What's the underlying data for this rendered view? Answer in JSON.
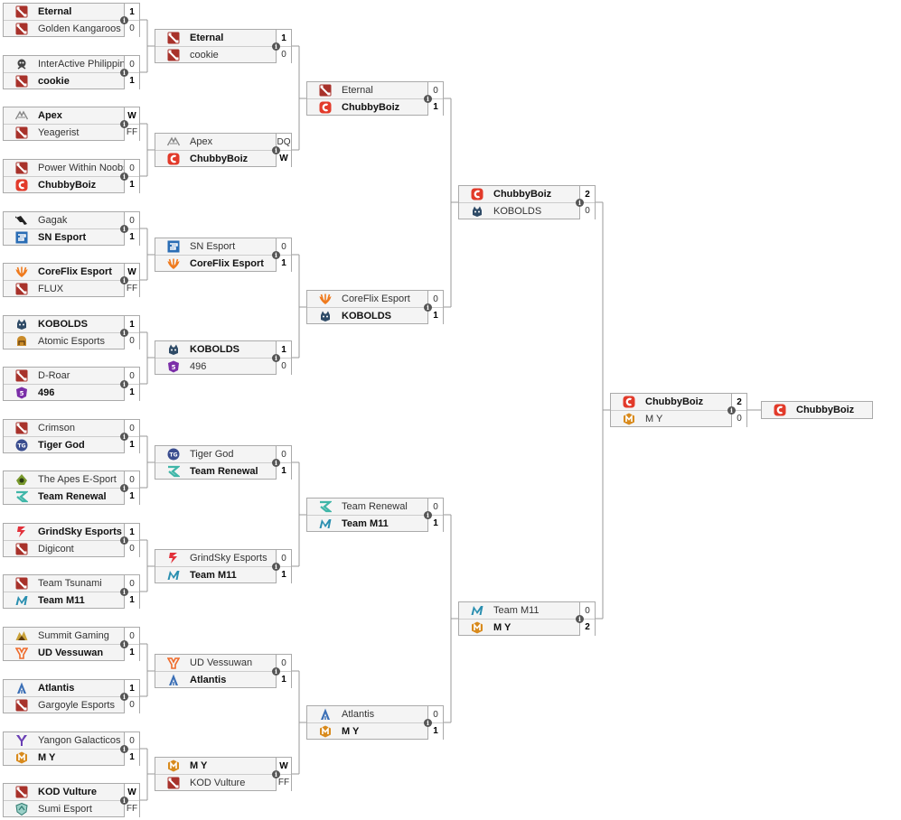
{
  "rounds": [
    {
      "name": "round-1",
      "matches": [
        {
          "teams": [
            {
              "name": "Eternal",
              "score": "1",
              "win": true,
              "logo": "dota-icon"
            },
            {
              "name": "Golden Kangaroos",
              "score": "0",
              "win": false,
              "logo": "dota-icon"
            }
          ]
        },
        {
          "teams": [
            {
              "name": "InterActive Philippines",
              "score": "0",
              "win": false,
              "logo": "interactive-logo-icon"
            },
            {
              "name": "cookie",
              "score": "1",
              "win": true,
              "logo": "dota-icon"
            }
          ]
        },
        {
          "teams": [
            {
              "name": "Apex",
              "score": "W",
              "win": true,
              "logo": "apex-logo-icon"
            },
            {
              "name": "Yeagerist",
              "score": "FF",
              "win": false,
              "logo": "dota-icon"
            }
          ]
        },
        {
          "teams": [
            {
              "name": "Power Within Noobs",
              "score": "0",
              "win": false,
              "logo": "dota-icon"
            },
            {
              "name": "ChubbyBoiz",
              "score": "1",
              "win": true,
              "logo": "chubbyboiz-logo-icon"
            }
          ]
        },
        {
          "teams": [
            {
              "name": "Gagak",
              "score": "0",
              "win": false,
              "logo": "gagak-logo-icon"
            },
            {
              "name": "SN Esport",
              "score": "1",
              "win": true,
              "logo": "sn-esport-logo-icon"
            }
          ]
        },
        {
          "teams": [
            {
              "name": "CoreFlix Esport",
              "score": "W",
              "win": true,
              "logo": "coreflix-logo-icon"
            },
            {
              "name": "FLUX",
              "score": "FF",
              "win": false,
              "logo": "dota-icon"
            }
          ]
        },
        {
          "teams": [
            {
              "name": "KOBOLDS",
              "score": "1",
              "win": true,
              "logo": "kobolds-logo-icon"
            },
            {
              "name": "Atomic Esports",
              "score": "0",
              "win": false,
              "logo": "atomic-logo-icon"
            }
          ]
        },
        {
          "teams": [
            {
              "name": "D-Roar",
              "score": "0",
              "win": false,
              "logo": "dota-icon"
            },
            {
              "name": "496",
              "score": "1",
              "win": true,
              "logo": "team-496-logo-icon"
            }
          ]
        },
        {
          "teams": [
            {
              "name": "Crimson",
              "score": "0",
              "win": false,
              "logo": "dota-icon"
            },
            {
              "name": "Tiger God",
              "score": "1",
              "win": true,
              "logo": "tiger-god-logo-icon"
            }
          ]
        },
        {
          "teams": [
            {
              "name": "The Apes E-Sport",
              "score": "0",
              "win": false,
              "logo": "apes-logo-icon"
            },
            {
              "name": "Team Renewal",
              "score": "1",
              "win": true,
              "logo": "renewal-logo-icon"
            }
          ]
        },
        {
          "teams": [
            {
              "name": "GrindSky Esports",
              "score": "1",
              "win": true,
              "logo": "grindsky-logo-icon"
            },
            {
              "name": "Digicont",
              "score": "0",
              "win": false,
              "logo": "dota-icon"
            }
          ]
        },
        {
          "teams": [
            {
              "name": "Team Tsunami",
              "score": "0",
              "win": false,
              "logo": "dota-icon"
            },
            {
              "name": "Team M11",
              "score": "1",
              "win": true,
              "logo": "m11-logo-icon"
            }
          ]
        },
        {
          "teams": [
            {
              "name": "Summit Gaming",
              "score": "0",
              "win": false,
              "logo": "summit-logo-icon"
            },
            {
              "name": "UD Vessuwan",
              "score": "1",
              "win": true,
              "logo": "ud-vessuwan-logo-icon"
            }
          ]
        },
        {
          "teams": [
            {
              "name": "Atlantis",
              "score": "1",
              "win": true,
              "logo": "atlantis-logo-icon"
            },
            {
              "name": "Gargoyle Esports",
              "score": "0",
              "win": false,
              "logo": "dota-icon"
            }
          ]
        },
        {
          "teams": [
            {
              "name": "Yangon Galacticos",
              "score": "0",
              "win": false,
              "logo": "yangon-logo-icon"
            },
            {
              "name": "M Y",
              "score": "1",
              "win": true,
              "logo": "my-logo-icon"
            }
          ]
        },
        {
          "teams": [
            {
              "name": "KOD Vulture",
              "score": "W",
              "win": true,
              "logo": "dota-icon"
            },
            {
              "name": "Sumi Esport",
              "score": "FF",
              "win": false,
              "logo": "sumi-logo-icon"
            }
          ]
        }
      ]
    },
    {
      "name": "round-2",
      "matches": [
        {
          "teams": [
            {
              "name": "Eternal",
              "score": "1",
              "win": true,
              "logo": "dota-icon"
            },
            {
              "name": "cookie",
              "score": "0",
              "win": false,
              "logo": "dota-icon"
            }
          ]
        },
        {
          "teams": [
            {
              "name": "Apex",
              "score": "DQ",
              "win": false,
              "logo": "apex-logo-icon"
            },
            {
              "name": "ChubbyBoiz",
              "score": "W",
              "win": true,
              "logo": "chubbyboiz-logo-icon"
            }
          ]
        },
        {
          "teams": [
            {
              "name": "SN Esport",
              "score": "0",
              "win": false,
              "logo": "sn-esport-logo-icon"
            },
            {
              "name": "CoreFlix Esport",
              "score": "1",
              "win": true,
              "logo": "coreflix-logo-icon"
            }
          ]
        },
        {
          "teams": [
            {
              "name": "KOBOLDS",
              "score": "1",
              "win": true,
              "logo": "kobolds-logo-icon"
            },
            {
              "name": "496",
              "score": "0",
              "win": false,
              "logo": "team-496-logo-icon"
            }
          ]
        },
        {
          "teams": [
            {
              "name": "Tiger God",
              "score": "0",
              "win": false,
              "logo": "tiger-god-logo-icon"
            },
            {
              "name": "Team Renewal",
              "score": "1",
              "win": true,
              "logo": "renewal-logo-icon"
            }
          ]
        },
        {
          "teams": [
            {
              "name": "GrindSky Esports",
              "score": "0",
              "win": false,
              "logo": "grindsky-logo-icon"
            },
            {
              "name": "Team M11",
              "score": "1",
              "win": true,
              "logo": "m11-logo-icon"
            }
          ]
        },
        {
          "teams": [
            {
              "name": "UD Vessuwan",
              "score": "0",
              "win": false,
              "logo": "ud-vessuwan-logo-icon"
            },
            {
              "name": "Atlantis",
              "score": "1",
              "win": true,
              "logo": "atlantis-logo-icon"
            }
          ]
        },
        {
          "teams": [
            {
              "name": "M Y",
              "score": "W",
              "win": true,
              "logo": "my-logo-icon"
            },
            {
              "name": "KOD Vulture",
              "score": "FF",
              "win": false,
              "logo": "dota-icon"
            }
          ]
        }
      ]
    },
    {
      "name": "round-3",
      "matches": [
        {
          "teams": [
            {
              "name": "Eternal",
              "score": "0",
              "win": false,
              "logo": "dota-icon"
            },
            {
              "name": "ChubbyBoiz",
              "score": "1",
              "win": true,
              "logo": "chubbyboiz-logo-icon"
            }
          ]
        },
        {
          "teams": [
            {
              "name": "CoreFlix Esport",
              "score": "0",
              "win": false,
              "logo": "coreflix-logo-icon"
            },
            {
              "name": "KOBOLDS",
              "score": "1",
              "win": true,
              "logo": "kobolds-logo-icon"
            }
          ]
        },
        {
          "teams": [
            {
              "name": "Team Renewal",
              "score": "0",
              "win": false,
              "logo": "renewal-logo-icon"
            },
            {
              "name": "Team M11",
              "score": "1",
              "win": true,
              "logo": "m11-logo-icon"
            }
          ]
        },
        {
          "teams": [
            {
              "name": "Atlantis",
              "score": "0",
              "win": false,
              "logo": "atlantis-logo-icon"
            },
            {
              "name": "M Y",
              "score": "1",
              "win": true,
              "logo": "my-logo-icon"
            }
          ]
        }
      ]
    },
    {
      "name": "semifinals",
      "matches": [
        {
          "teams": [
            {
              "name": "ChubbyBoiz",
              "score": "2",
              "win": true,
              "logo": "chubbyboiz-logo-icon"
            },
            {
              "name": "KOBOLDS",
              "score": "0",
              "win": false,
              "logo": "kobolds-logo-icon"
            }
          ]
        },
        {
          "teams": [
            {
              "name": "Team M11",
              "score": "0",
              "win": false,
              "logo": "m11-logo-icon"
            },
            {
              "name": "M Y",
              "score": "2",
              "win": true,
              "logo": "my-logo-icon"
            }
          ]
        }
      ]
    },
    {
      "name": "final",
      "matches": [
        {
          "teams": [
            {
              "name": "ChubbyBoiz",
              "score": "2",
              "win": true,
              "logo": "chubbyboiz-logo-icon"
            },
            {
              "name": "M Y",
              "score": "0",
              "win": false,
              "logo": "my-logo-icon"
            }
          ]
        }
      ]
    }
  ],
  "champion": {
    "name": "ChubbyBoiz",
    "logo": "chubbyboiz-logo-icon"
  },
  "colors": {
    "dota": "#a8322b",
    "chubby": "#e23a2a",
    "kobolds": "#2e4a66",
    "m11": "#2a8fb0",
    "coreflix": "#ef7a1d",
    "team496": "#7b2fa8",
    "renewal": "#3fb6a8",
    "atlantis": "#3b6fb6",
    "grindsky": "#e2303a",
    "yangon": "#6a3fb5"
  }
}
